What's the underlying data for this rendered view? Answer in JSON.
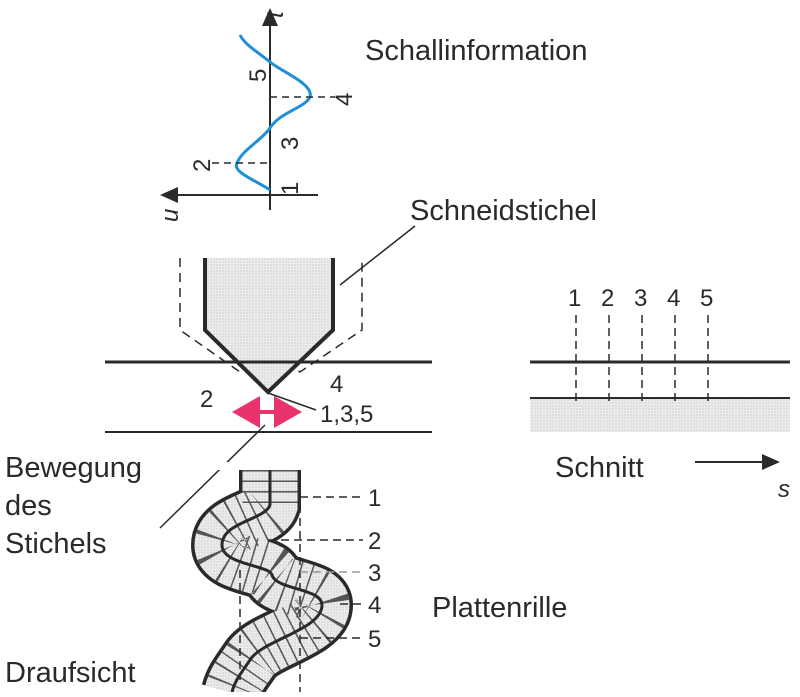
{
  "title": "Schallinformation",
  "signal": {
    "axis_t": "t",
    "axis_u": "u",
    "points": [
      "1",
      "2",
      "3",
      "4",
      "5"
    ],
    "curve_color": "#1f8fd6"
  },
  "stylus": {
    "label": "Schneidstichel",
    "left_pos": "2",
    "right_pos": "4",
    "center_pos": "1,3,5",
    "arrow_color": "#e8336b"
  },
  "movement_label": [
    "Bewegung",
    "des",
    "Stichels"
  ],
  "section": {
    "label": "Schnitt",
    "axis_s": "s",
    "points": [
      "1",
      "2",
      "3",
      "4",
      "5"
    ]
  },
  "groove": {
    "label": "Plattenrille",
    "points": [
      "1",
      "2",
      "3",
      "4",
      "5"
    ]
  },
  "view_label": "Draufsicht"
}
